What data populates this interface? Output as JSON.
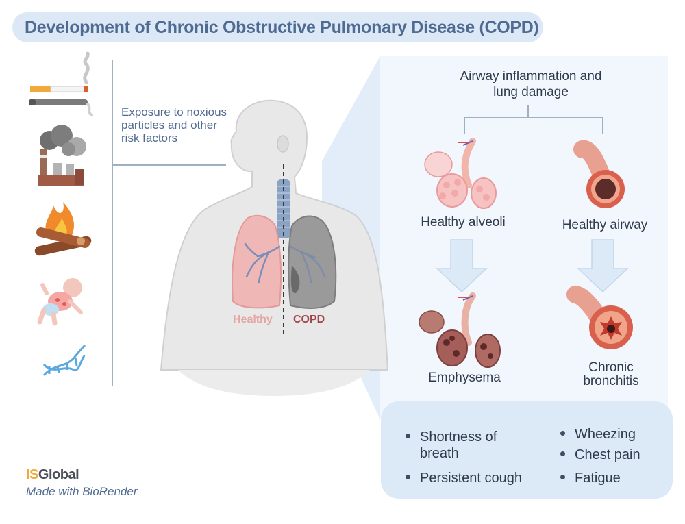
{
  "title": "Development of Chronic Obstructive Pulmonary Disease (COPD)",
  "exposure_label": "Exposure to noxious particles and other risk factors",
  "risk_factor_icons": [
    "cigarette-icon",
    "e-cigarette-icon",
    "factory-smoke-icon",
    "fire-icon",
    "baby-icon",
    "dna-icon"
  ],
  "lung_labels": {
    "healthy": "Healthy",
    "copd": "COPD"
  },
  "inflammation_label": "Airway inflammation and lung damage",
  "healthy_alveoli": "Healthy alveoli",
  "healthy_airway": "Healthy airway",
  "emphysema": "Emphysema",
  "chronic_bronchitis": "Chronic bronchitis",
  "symptoms": {
    "left": [
      "Shortness of breath",
      "Persistent cough"
    ],
    "right": [
      "Wheezing",
      "Chest pain",
      "Fatigue"
    ]
  },
  "brand": {
    "prefix": "IS",
    "suffix": "Global"
  },
  "made_with": "Made with BioRender",
  "colors": {
    "title_text": "#4f6b92",
    "title_pill": "#dce8f6",
    "panel": "#f2f7fd",
    "symptom_box": "#dce9f7",
    "healthy_lung": "#e4a5a3",
    "copd_lung": "#a0444a",
    "brand_accent": "#f2a93b"
  }
}
